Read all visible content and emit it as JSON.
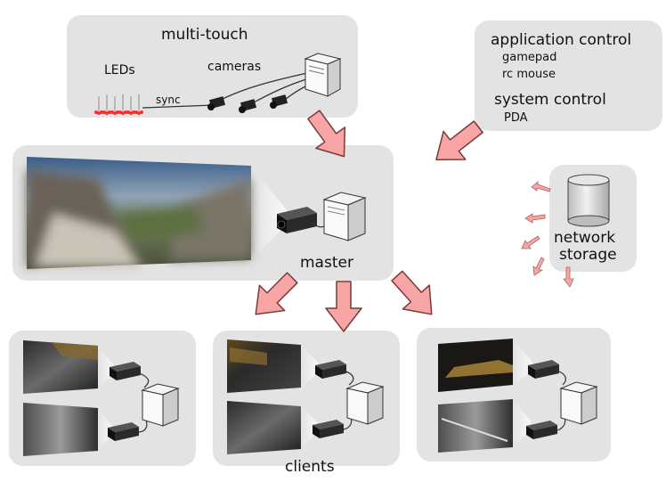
{
  "multitouch": {
    "title": "multi-touch",
    "leds_label": "LEDs",
    "cameras_label": "cameras",
    "sync_label": "sync"
  },
  "control": {
    "application_title": "application control",
    "application_items": [
      "gamepad",
      "rc mouse"
    ],
    "system_title": "system control",
    "system_items": [
      "PDA"
    ]
  },
  "master": {
    "label": "master"
  },
  "storage": {
    "label_line1": "network",
    "label_line2": "storage"
  },
  "clients": {
    "label": "clients"
  },
  "colors": {
    "panel": "#e3e3e3",
    "arrow_fill": "#f7a5a5",
    "arrow_stroke": "#7a3a3a",
    "led": "#ff2a2a"
  }
}
